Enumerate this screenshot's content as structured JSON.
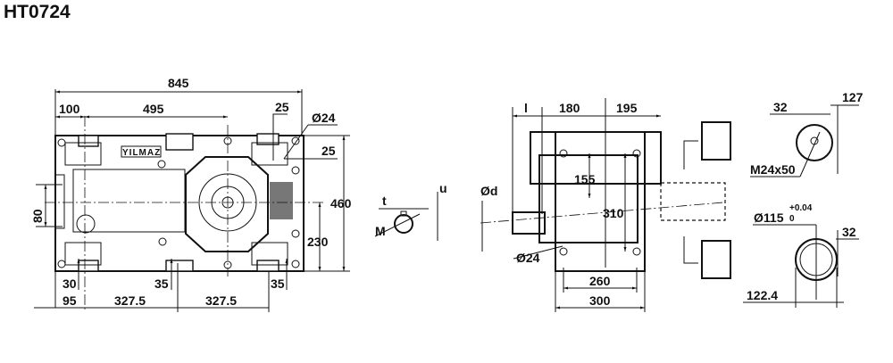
{
  "title": "HT0724",
  "front_view": {
    "brand": "YILMAZ",
    "dims": {
      "overall_length": "845",
      "left_offset": "100",
      "shaft_distance": "495",
      "top_right_25": "25",
      "hole_dia": "Ø24",
      "right_25": "25",
      "overall_height": "460",
      "input_height": "80",
      "axis_height": "230",
      "foot_30": "30",
      "foot_35_mid": "35",
      "foot_35_right": "35",
      "left_95": "95",
      "pitch_1": "327.5",
      "pitch_2": "327.5"
    }
  },
  "input_shaft": {
    "t": "t",
    "u": "u",
    "m": "M"
  },
  "side_view": {
    "dims": {
      "shaft_dia": "Ød",
      "shaft_len": "l",
      "left_180": "180",
      "right_195": "195",
      "d_155": "155",
      "d_310": "310",
      "hole_dia": "Ø24",
      "foot_260": "260",
      "foot_300": "300"
    }
  },
  "output_details": {
    "top": {
      "d_127": "127",
      "d_32": "32",
      "thread": "M24x50"
    },
    "bottom": {
      "bore": "Ø115",
      "tol_upper": "+0.04",
      "tol_lower": "0",
      "key_32": "32",
      "d_122_4": "122.4"
    }
  }
}
